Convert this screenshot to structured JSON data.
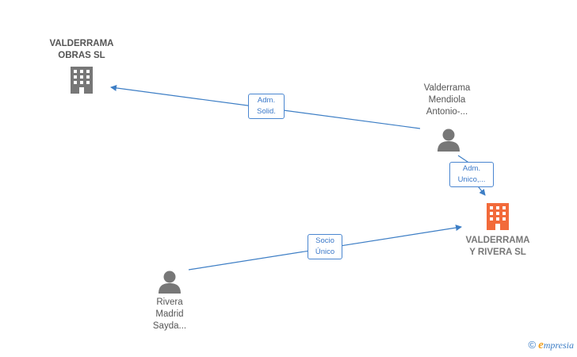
{
  "nodes": {
    "valderrama_obras": {
      "label": "VALDERRAMA\nOBRAS  SL",
      "type": "company",
      "color": "#777777"
    },
    "valderrama_mendiola": {
      "label": "Valderrama\nMendiola\nAntonio-...",
      "type": "person",
      "color": "#777777"
    },
    "valderrama_rivera": {
      "label": "VALDERRAMA\nY RIVERA  SL",
      "type": "company",
      "color": "#f26a3a"
    },
    "rivera_madrid": {
      "label": "Rivera\nMadrid\nSayda...",
      "type": "person",
      "color": "#777777"
    }
  },
  "edges": [
    {
      "from": "valderrama_mendiola",
      "to": "valderrama_obras",
      "label": "Adm.\nSolid."
    },
    {
      "from": "valderrama_mendiola",
      "to": "valderrama_rivera",
      "label": "Adm.\nUnico,..."
    },
    {
      "from": "rivera_madrid",
      "to": "valderrama_rivera",
      "label": "Socio\nÚnico"
    }
  ],
  "footer": {
    "copyright": "©",
    "brand_initial": "e",
    "brand_rest": "mpresia"
  },
  "colors": {
    "edge": "#3d7ec5",
    "company_main": "#f26a3a",
    "neutral": "#777777"
  }
}
